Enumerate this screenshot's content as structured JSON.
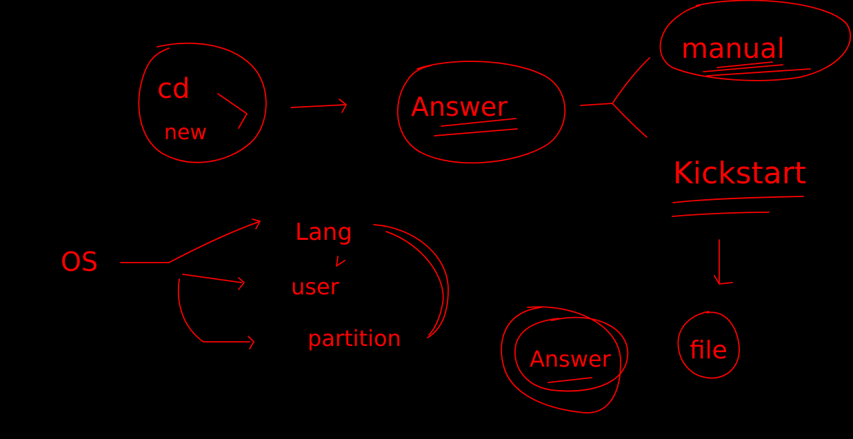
{
  "ink_color": "#ff0000",
  "background": "#000000",
  "labels": {
    "cd_new_line1": "cd",
    "cd_new_line2": "new",
    "answer_main": "Answer",
    "manual": "manual",
    "kickstart": "Kickstart",
    "file": "file",
    "answer_bottom": "Answer",
    "os": "OS",
    "lang": "Lang",
    "user": "user",
    "partition": "partition"
  }
}
